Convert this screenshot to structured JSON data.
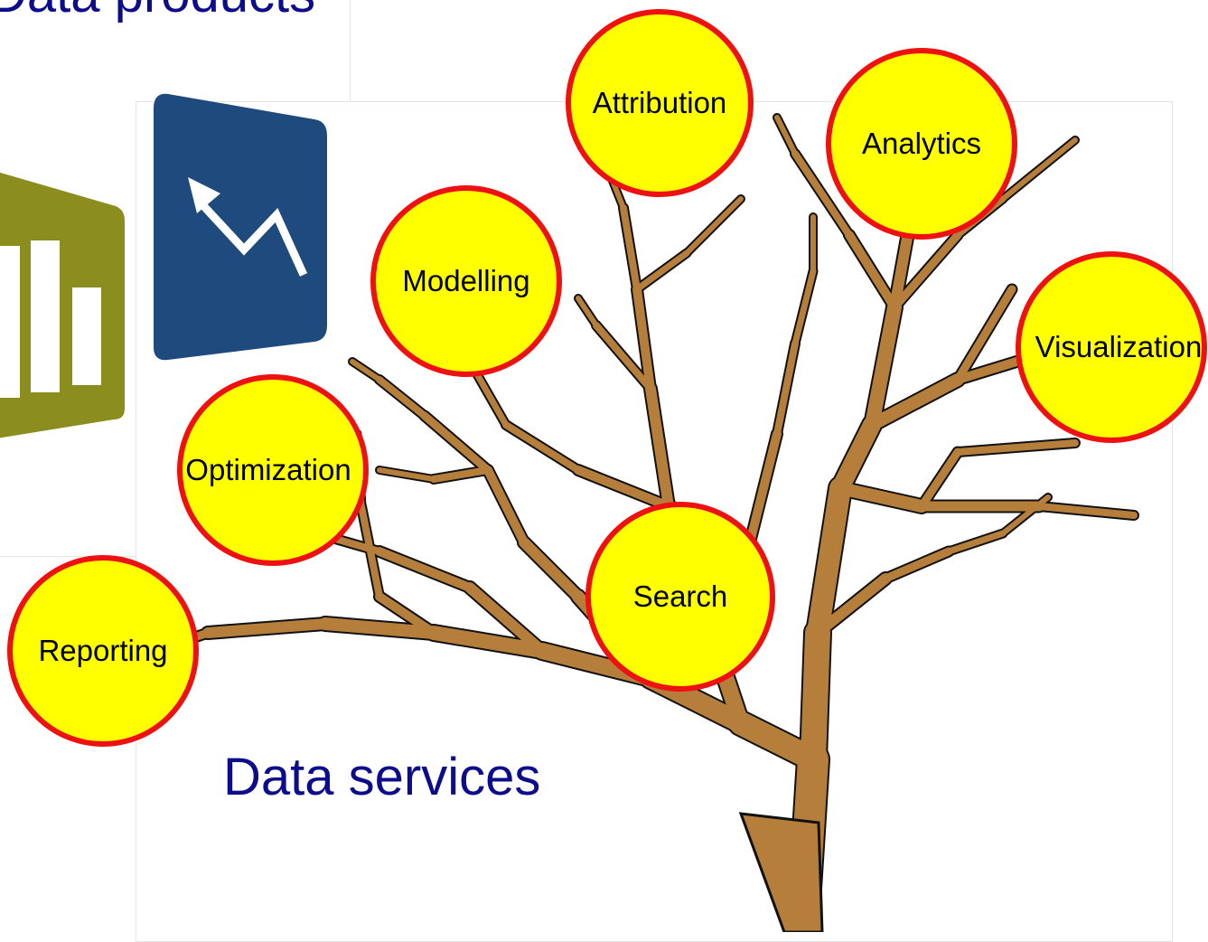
{
  "products": {
    "heading": "Data products"
  },
  "services": {
    "heading": "Data services"
  },
  "bubbles": {
    "attribution": "Attribution",
    "analytics": "Analytics",
    "modelling": "Modelling",
    "visualization": "Visualization",
    "optimization": "Optimization",
    "search": "Search",
    "reporting": "Reporting"
  },
  "colors": {
    "heading": "#0d0d8c",
    "bubble_fill": "#ffff00",
    "bubble_border": "#ee1111",
    "branch": "#b57f3b",
    "branch_outline": "#111111",
    "icon_blue": "#1f4a7e",
    "icon_olive": "#8b8d1e"
  },
  "icons": [
    "bar-chart-icon",
    "trend-arrow-icon",
    "tree-illustration"
  ]
}
